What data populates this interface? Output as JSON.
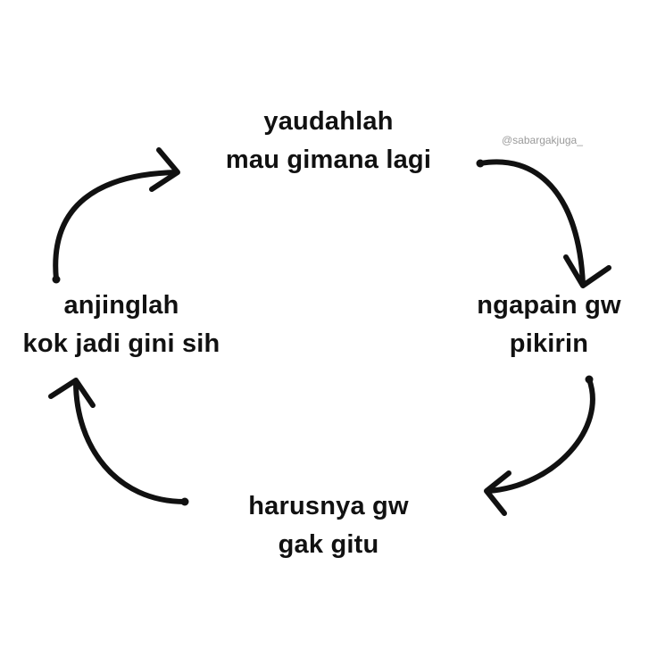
{
  "diagram": {
    "type": "cycle",
    "nodes": [
      {
        "id": "top",
        "lines": [
          "yaudahlah",
          "mau gimana lagi"
        ]
      },
      {
        "id": "right",
        "lines": [
          "ngapain gw",
          "pikirin"
        ]
      },
      {
        "id": "bottom",
        "lines": [
          "harusnya gw",
          "gak gitu"
        ]
      },
      {
        "id": "left",
        "lines": [
          "anjinglah",
          "kok jadi gini sih"
        ]
      }
    ],
    "edges": [
      {
        "from": "top",
        "to": "right",
        "direction": "clockwise"
      },
      {
        "from": "right",
        "to": "bottom",
        "direction": "clockwise"
      },
      {
        "from": "bottom",
        "to": "left",
        "direction": "clockwise"
      },
      {
        "from": "left",
        "to": "top",
        "direction": "clockwise"
      }
    ],
    "arrow_color": "#111111",
    "text_color": "#111111"
  },
  "watermark": {
    "text": "@sabargakjuga_",
    "color": "#9a9a9a"
  }
}
